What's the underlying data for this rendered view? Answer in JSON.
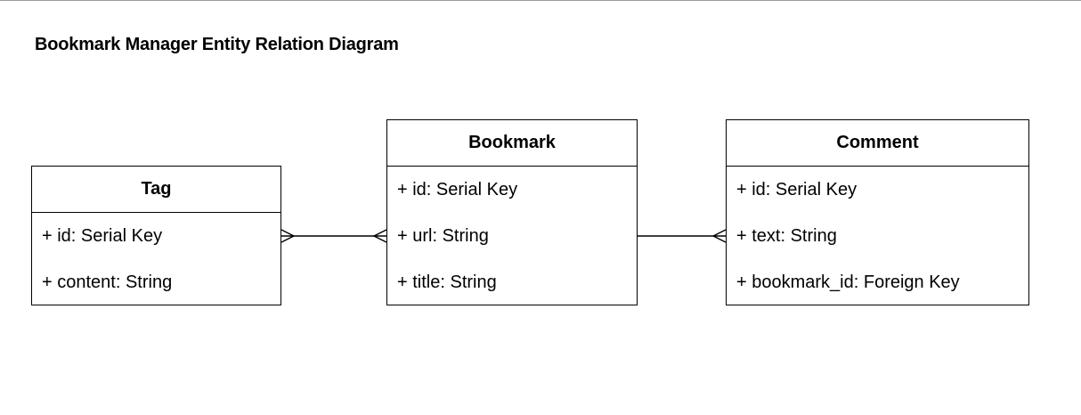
{
  "diagram": {
    "title": "Bookmark Manager Entity Relation Diagram",
    "entities": [
      {
        "name": "Tag",
        "attributes": [
          "+ id: Serial Key",
          "+ content: String"
        ]
      },
      {
        "name": "Bookmark",
        "attributes": [
          "+ id: Serial Key",
          "+ url: String",
          "+ title: String"
        ]
      },
      {
        "name": "Comment",
        "attributes": [
          "+ id: Serial Key",
          "+ text: String",
          "+ bookmark_id: Foreign Key"
        ]
      }
    ],
    "relationships": [
      {
        "from": "Tag",
        "to": "Bookmark",
        "from_end": "many",
        "to_end": "many"
      },
      {
        "from": "Bookmark",
        "to": "Comment",
        "from_end": "one",
        "to_end": "many"
      }
    ],
    "colors": {
      "line": "#000000",
      "background": "#ffffff",
      "top_rule": "#9a9a9a"
    }
  }
}
